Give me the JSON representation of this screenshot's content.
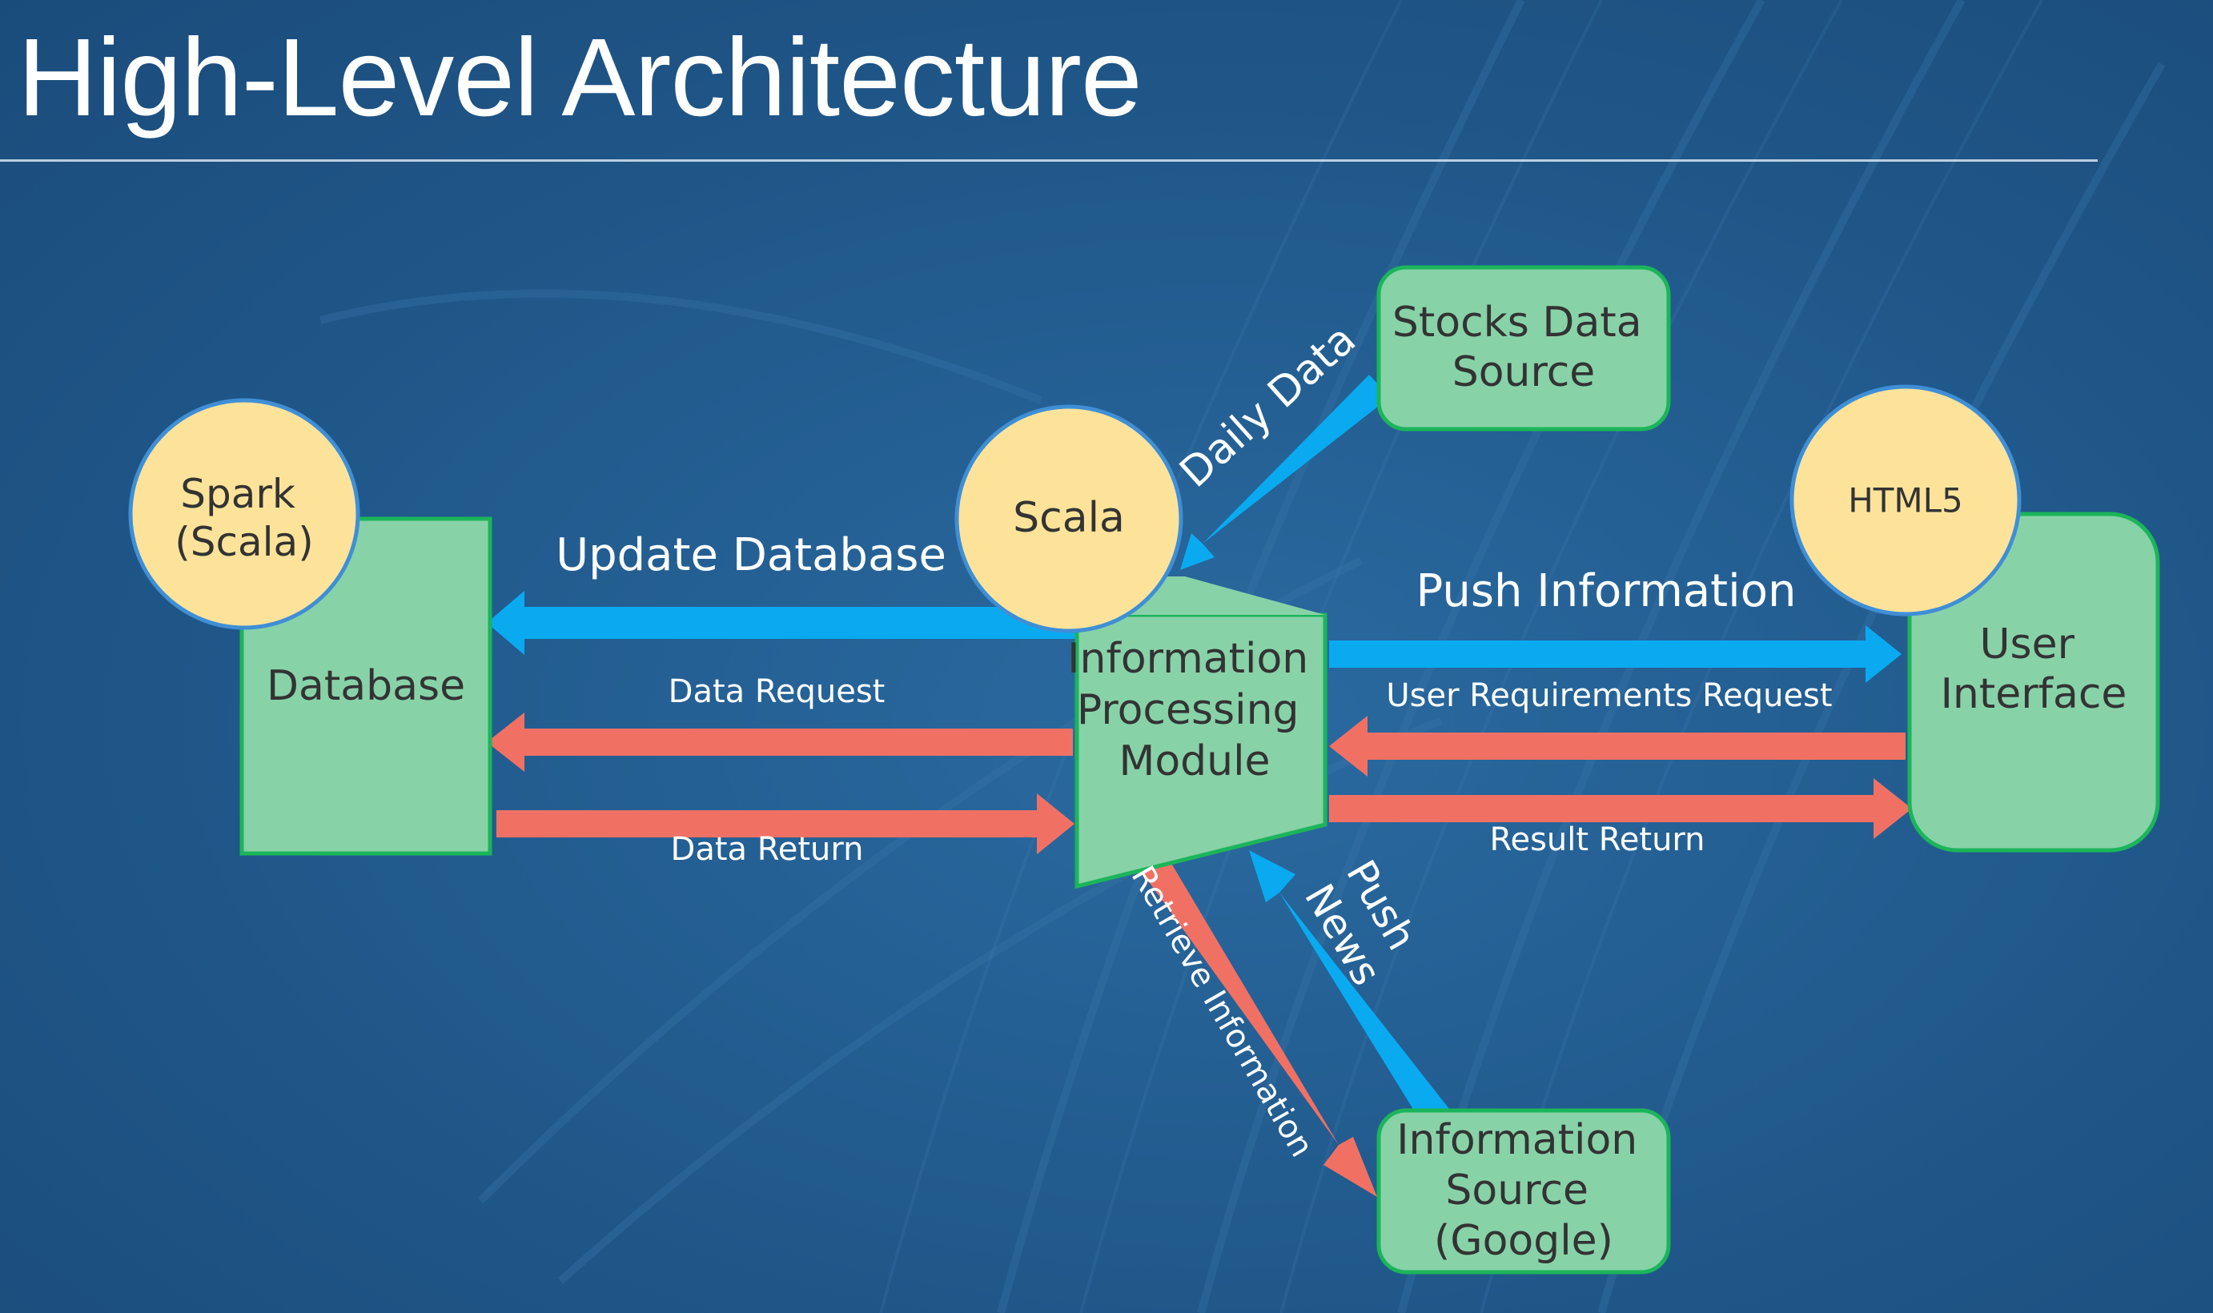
{
  "title": "High-Level Architecture",
  "colors": {
    "background": "#1f5688",
    "box_fill": "#88d2a8",
    "box_stroke": "#1bb55a",
    "circle_fill": "#fde39a",
    "circle_stroke": "#3f8fd6",
    "blue_arrow": "#0aaaf0",
    "red_arrow": "#f07164",
    "label_text": "#ffffff",
    "node_text": "#333333"
  },
  "nodes": {
    "database": "Database",
    "processing": [
      "Information",
      "Processing",
      "Module"
    ],
    "user_interface": [
      "User",
      "Interface"
    ],
    "stocks_source": [
      "Stocks Data",
      "Source"
    ],
    "info_source": [
      "Information",
      "Source",
      "(Google)"
    ]
  },
  "tech": {
    "spark": [
      "Spark",
      "(Scala)"
    ],
    "scala": "Scala",
    "html5": "HTML5"
  },
  "edges": {
    "update_database": "Update Database",
    "data_request": "Data Request",
    "data_return": "Data Return",
    "daily_data": "Daily Data",
    "push_information": "Push Information",
    "user_requirements_request": "User Requirements Request",
    "result_return": "Result Return",
    "retrieve_information": "Retrieve Information",
    "push_news": [
      "Push",
      "News"
    ]
  }
}
